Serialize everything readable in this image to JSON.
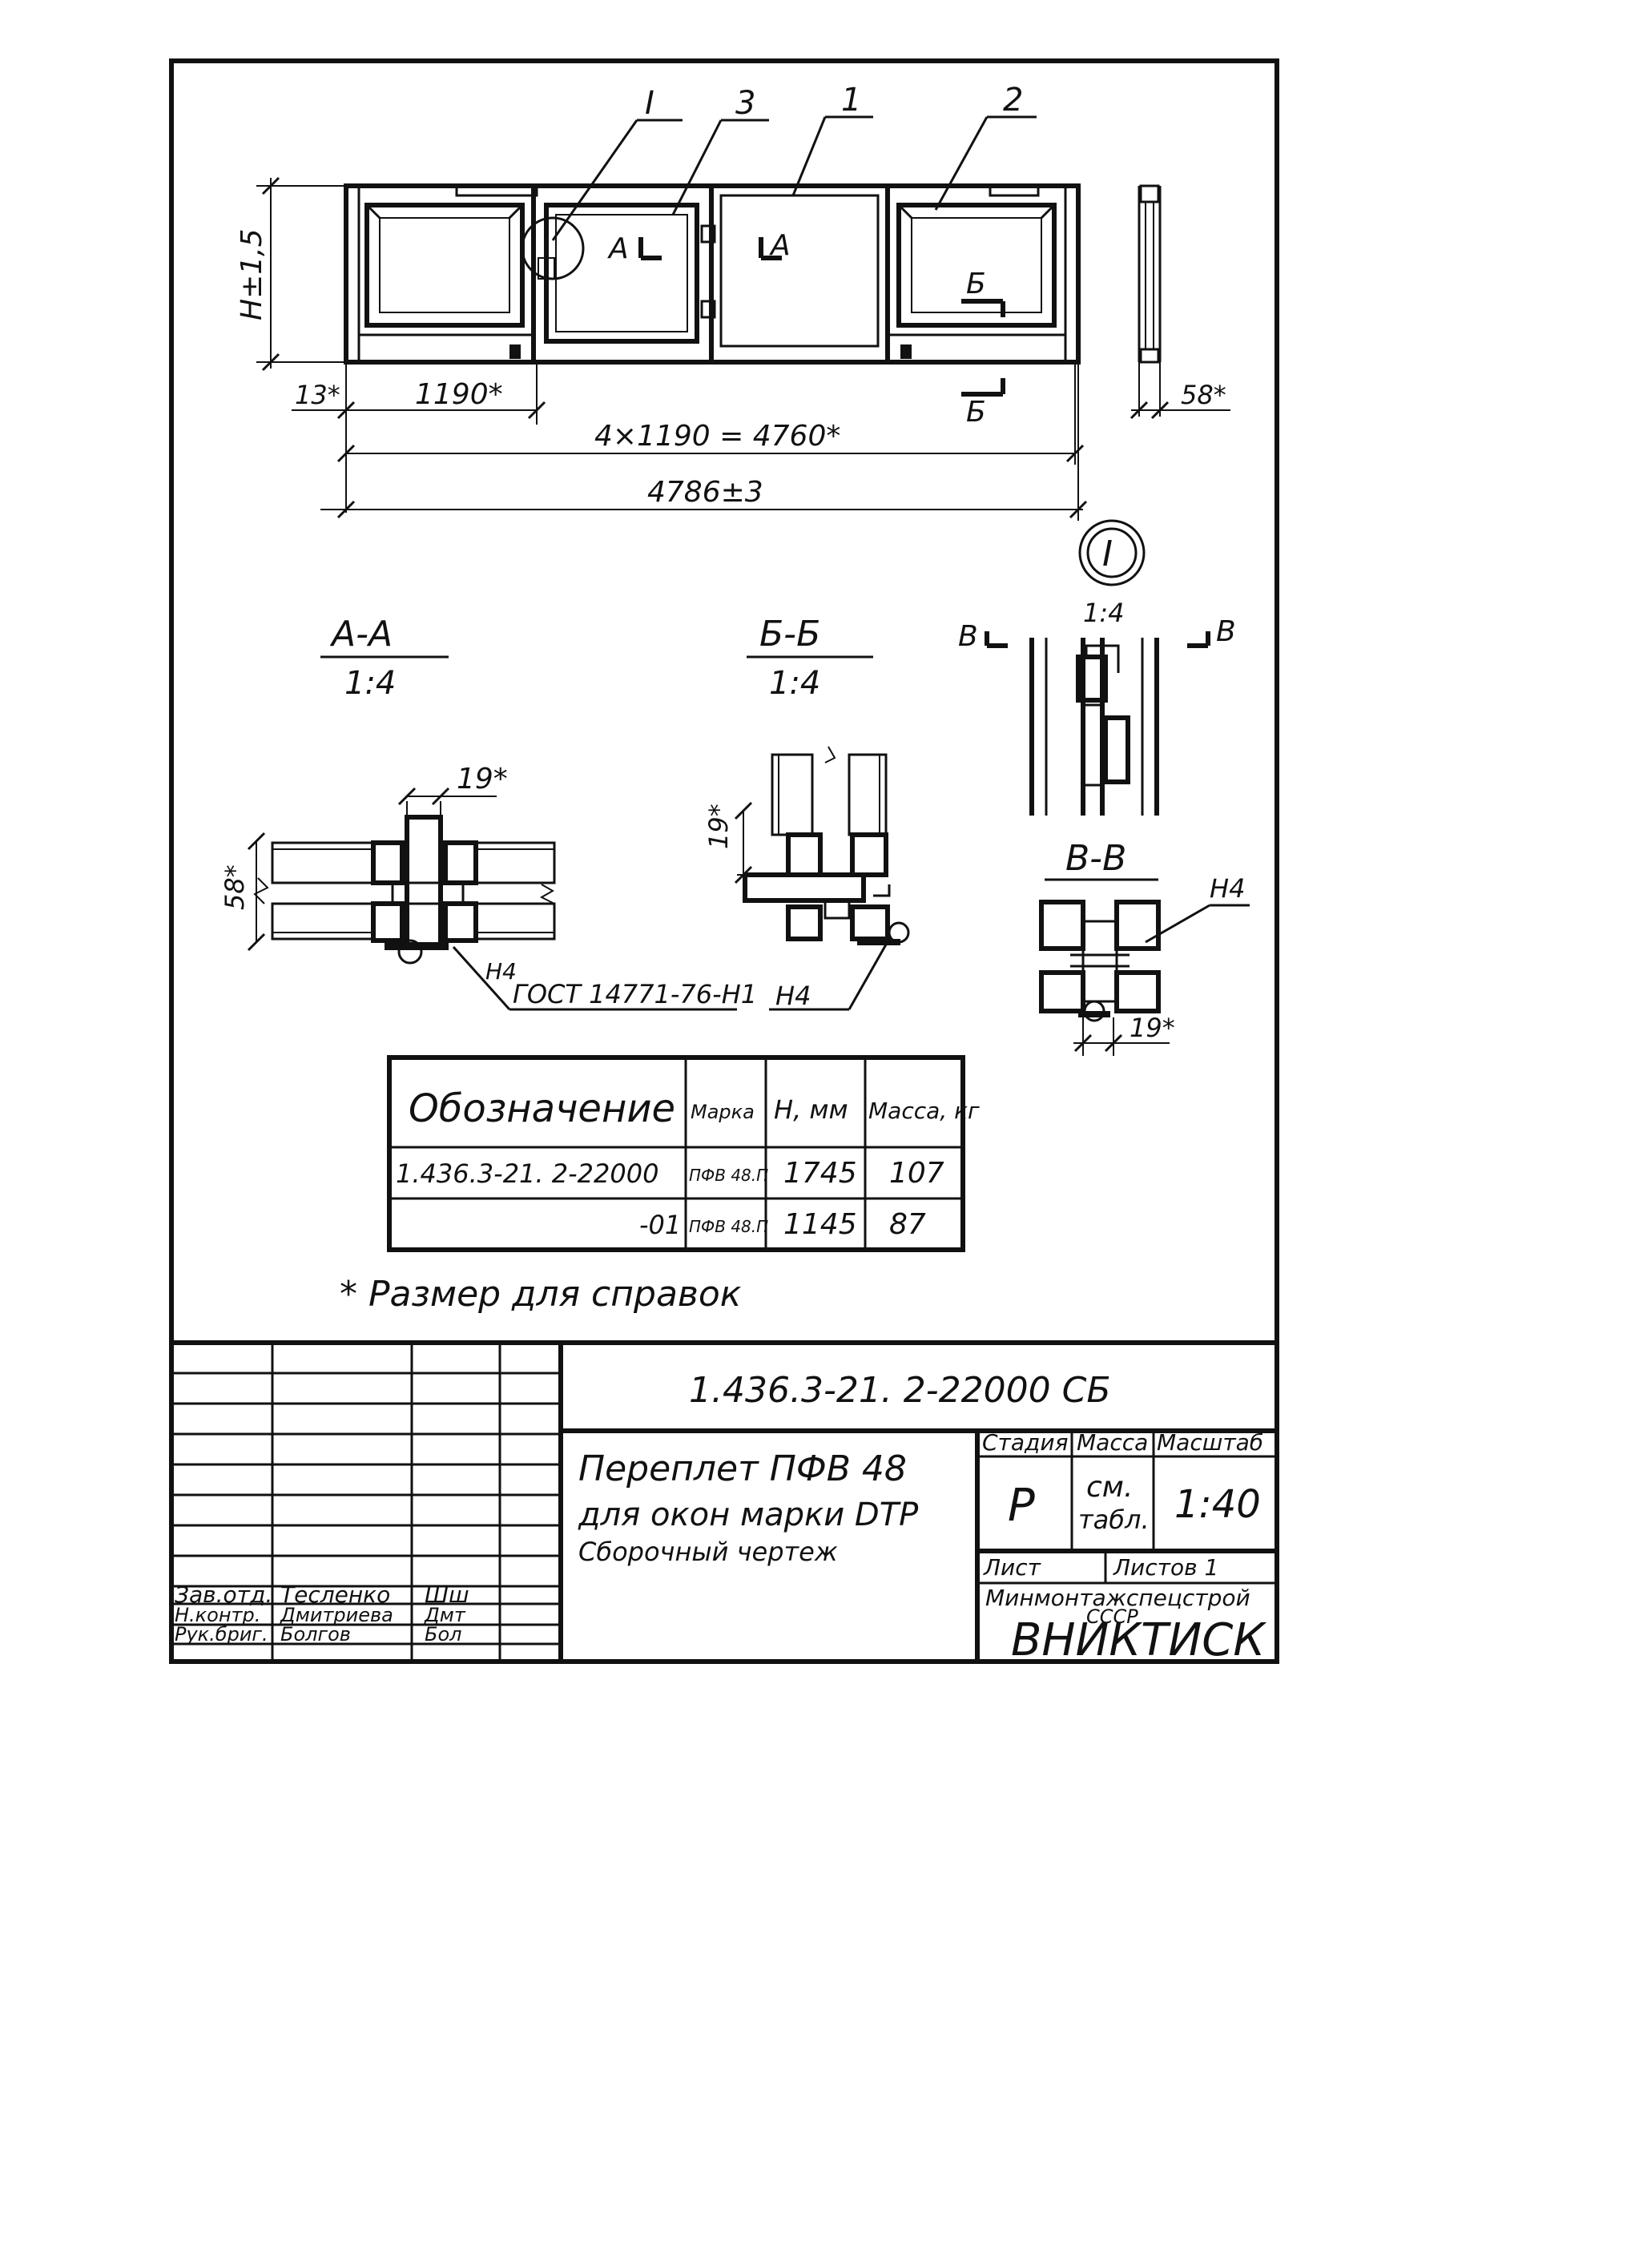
{
  "callouts": [
    "I",
    "3",
    "1",
    "2"
  ],
  "detail_mark": "I",
  "detail_scale": "1:4",
  "section_marks": {
    "a_left": "А",
    "a_right": "А",
    "b_top": "Б",
    "b_bottom": "Б",
    "v_left": "В",
    "v_right": "В"
  },
  "dims": {
    "height": "Н±1,5",
    "left_offset": "13*",
    "bay": "1190*",
    "bays_total": "4×1190 = 4760*",
    "overall": "4786±3",
    "depth": "58*",
    "section_a_depth": "58*",
    "section_a_width": "19*",
    "section_b_depth": "19*",
    "section_v_width": "19*"
  },
  "sections": {
    "a": {
      "title": "А-А",
      "scale": "1:4"
    },
    "b": {
      "title": "Б-Б",
      "scale": "1:4"
    },
    "v": {
      "title": "В-В"
    }
  },
  "weld_labels": {
    "a": "Н4",
    "a_gost": "ГОСТ 14771-76-Н1",
    "b": "Н4",
    "v": "Н4"
  },
  "table": {
    "headers": [
      "Обозначение",
      "Марка",
      "Н, мм",
      "Масса, кг"
    ],
    "rows": [
      [
        "1.436.3-21. 2-22000",
        "ПФВ 48.П",
        "1745",
        "107"
      ],
      [
        "-01",
        "ПФВ 48.П",
        "1145",
        "87"
      ]
    ]
  },
  "footnote": "* Размер для справок",
  "title_block": {
    "code": "1.436.3-21. 2-22000 СБ",
    "name_line1": "Переплет ПФВ 48",
    "name_line2": "для окон марки DТР",
    "name_line3": "Сборочный чертеж",
    "stage_header": "Стадия",
    "mass_header": "Масса",
    "scale_header": "Масштаб",
    "stage": "Р",
    "mass_l1": "см.",
    "mass_l2": "табл.",
    "scale": "1:40",
    "sheet_label": "Лист",
    "sheets_label": "Листов 1",
    "org_l1": "Минмонтажспецстрой",
    "org_l2": "СССР",
    "org_l3": "ВНИКТИСК",
    "signers": [
      {
        "role": "Зав.отд.",
        "name": "Тесленко",
        "sig": "Шш"
      },
      {
        "role": "Н.контр.",
        "name": "Дмитриева",
        "sig": "Дмт"
      },
      {
        "role": "Рук.бриг.",
        "name": "Болгов",
        "sig": "Бол"
      }
    ]
  }
}
